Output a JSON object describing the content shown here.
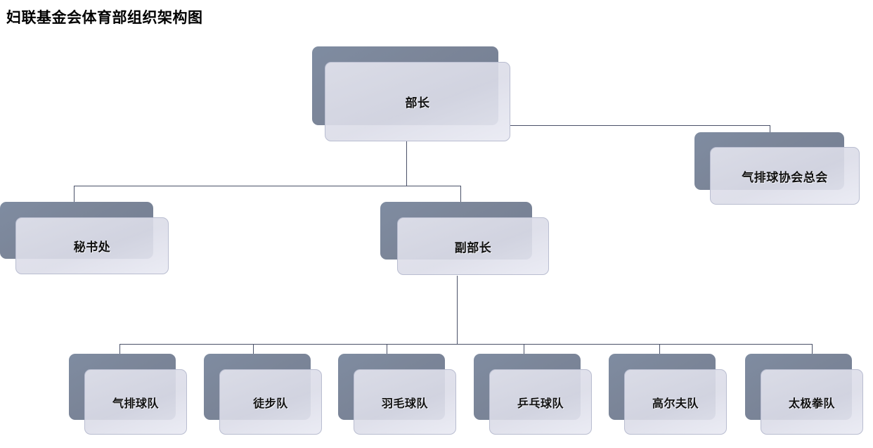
{
  "title": "妇联基金会体育部组织架构图",
  "colors": {
    "shadow": "#7b8598",
    "panel": "#dcdde6",
    "panel_border": "#b9bdd0",
    "line": "#4a5168",
    "text": "#111111",
    "background": "#ffffff"
  },
  "chart_data": {
    "type": "org-chart",
    "title": "妇联基金会体育部组织架构图",
    "nodes": [
      {
        "id": "minister",
        "label": "部长",
        "level": 0,
        "parent": null
      },
      {
        "id": "assoc",
        "label": "气排球协会总会",
        "level": 1,
        "parent": "minister"
      },
      {
        "id": "secretary",
        "label": "秘书处",
        "level": 1,
        "parent": "minister"
      },
      {
        "id": "vice",
        "label": "副部长",
        "level": 1,
        "parent": "minister"
      },
      {
        "id": "team1",
        "label": "气排球队",
        "level": 2,
        "parent": "vice"
      },
      {
        "id": "team2",
        "label": "徒步队",
        "level": 2,
        "parent": "vice"
      },
      {
        "id": "team3",
        "label": "羽毛球队",
        "level": 2,
        "parent": "vice"
      },
      {
        "id": "team4",
        "label": "乒乓球队",
        "level": 2,
        "parent": "vice"
      },
      {
        "id": "team5",
        "label": "高尔夫队",
        "level": 2,
        "parent": "vice"
      },
      {
        "id": "team6",
        "label": "太极拳队",
        "level": 2,
        "parent": "vice"
      }
    ],
    "edges": [
      {
        "from": "minister",
        "to": "assoc"
      },
      {
        "from": "minister",
        "to": "secretary"
      },
      {
        "from": "minister",
        "to": "vice"
      },
      {
        "from": "vice",
        "to": "team1"
      },
      {
        "from": "vice",
        "to": "team2"
      },
      {
        "from": "vice",
        "to": "team3"
      },
      {
        "from": "vice",
        "to": "team4"
      },
      {
        "from": "vice",
        "to": "team5"
      },
      {
        "from": "vice",
        "to": "team6"
      }
    ]
  },
  "nodes": {
    "minister": {
      "label": "部长"
    },
    "assoc": {
      "label": "气排球协会总会"
    },
    "secretary": {
      "label": "秘书处"
    },
    "vice": {
      "label": "副部长"
    },
    "team1": {
      "label": "气排球队"
    },
    "team2": {
      "label": "徒步队"
    },
    "team3": {
      "label": "羽毛球队"
    },
    "team4": {
      "label": "乒乓球队"
    },
    "team5": {
      "label": "高尔夫队"
    },
    "team6": {
      "label": "太极拳队"
    }
  }
}
